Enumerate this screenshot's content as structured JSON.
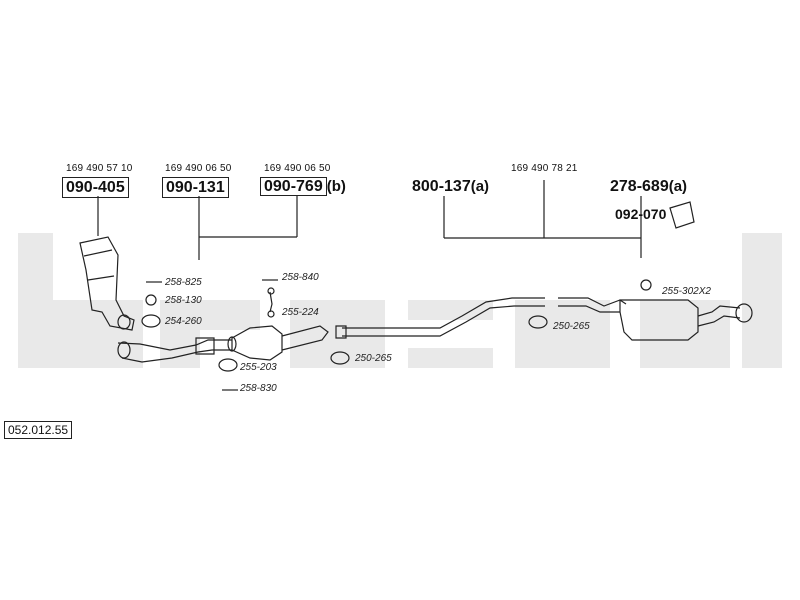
{
  "diagram_code": "052.012.55",
  "oem_numbers": [
    "169 490 57 10",
    "169 490 06 50",
    "169 490 06 50",
    "169 490 78 21"
  ],
  "main_parts": [
    {
      "number": "090-405",
      "suffix": ""
    },
    {
      "number": "090-131",
      "suffix": ""
    },
    {
      "number": "090-769",
      "suffix": "(b)"
    },
    {
      "number": "800-137",
      "suffix": "(a)"
    },
    {
      "number": "278-689",
      "suffix": "(a)"
    },
    {
      "number": "092-070",
      "suffix": ""
    }
  ],
  "small_parts": [
    "258-825",
    "258-130",
    "254-260",
    "258-840",
    "255-224",
    "255-203",
    "258-830",
    "250-265",
    "250-265",
    "255-302X2"
  ]
}
